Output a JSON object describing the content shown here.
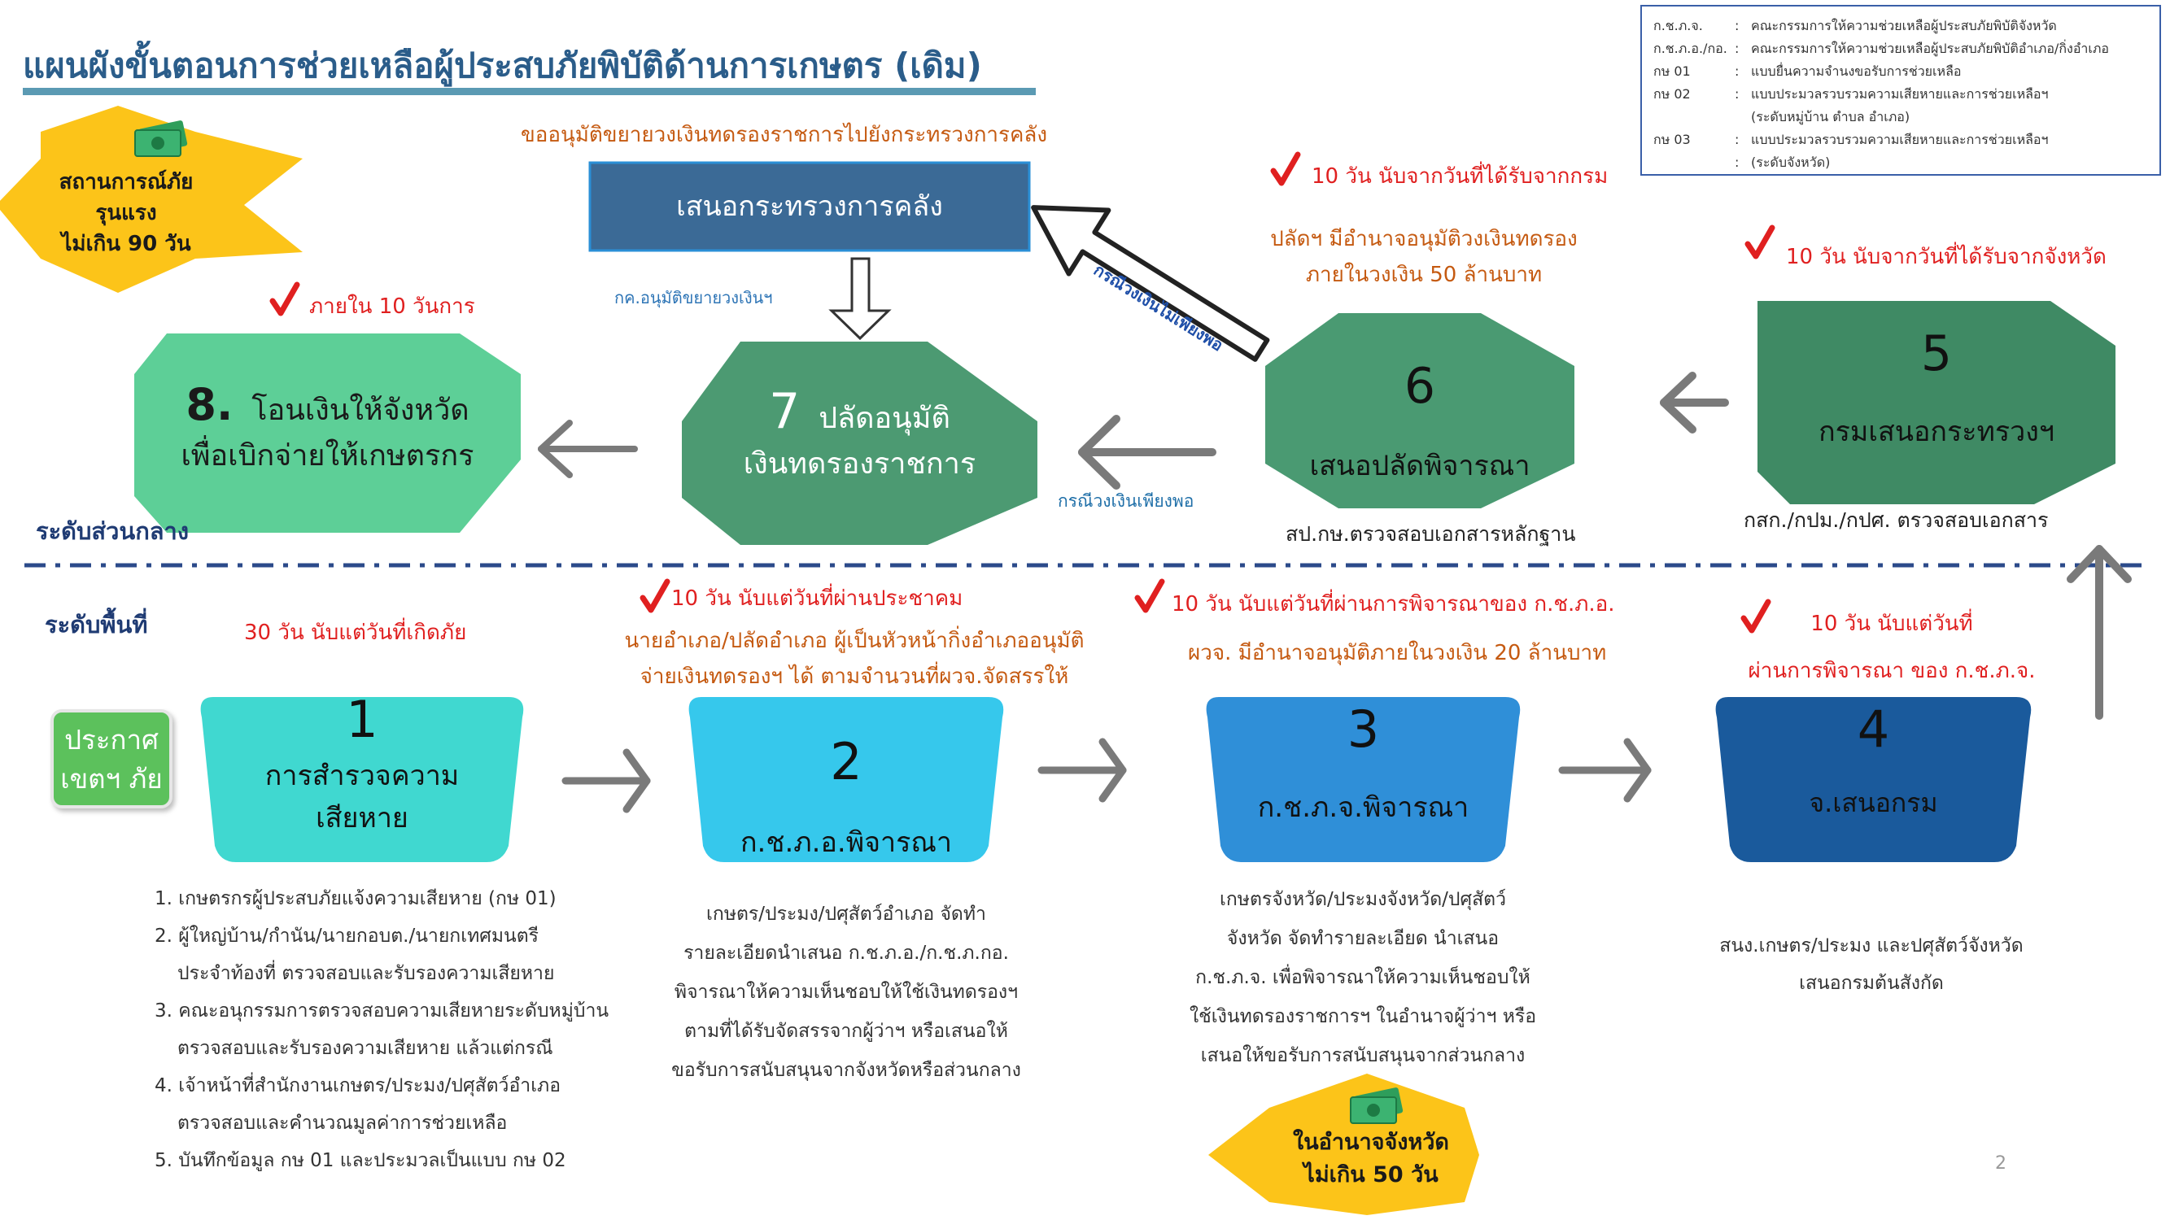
{
  "title": "แผนผังขั้นตอนการช่วยเหลือผู้ประสบภัยพิบัติด้านการเกษตร (เดิม)",
  "legend": [
    {
      "key": "ก.ช.ภ.จ.",
      "colon": ":",
      "value": "คณะกรรมการให้ความช่วยเหลือผู้ประสบภัยพิบัติจังหวัด"
    },
    {
      "key": "ก.ช.ภ.อ./กอ.",
      "colon": ":",
      "value": "คณะกรรมการให้ความช่วยเหลือผู้ประสบภัยพิบัติอำเภอ/กิ่งอำเภอ"
    },
    {
      "key": "กษ 01",
      "colon": ":",
      "value": "แบบยื่นความจำนงขอรับการช่วยเหลือ"
    },
    {
      "key": "กษ 02",
      "colon": ":",
      "value": "แบบประมวลรวบรวมความเสียหายและการช่วยเหลือฯ"
    },
    {
      "key": "",
      "colon": "",
      "value": "(ระดับหมู่บ้าน ตำบล อำเภอ)"
    },
    {
      "key": "กษ 03",
      "colon": ":",
      "value": "แบบประมวลรวบรวมความเสียหายและการช่วยเหลือฯ"
    },
    {
      "key": "",
      "colon": ":",
      "value": "(ระดับจังหวัด)"
    }
  ],
  "badge_top": {
    "line1": "สถานการณ์ภัยรุนแรง",
    "line2": "ไม่เกิน 90 วัน",
    "icon": "money-icon"
  },
  "badge_bottom": {
    "line1": "ในอำนาจจังหวัด",
    "line2": "ไม่เกิน 50 วัน",
    "icon": "money-icon"
  },
  "central": {
    "label": "ระดับส่วนกลาง",
    "request_extension": "ขออนุมัติขยายวงเงินทดรองราชการไปยังกระทรวงการคลัง",
    "mof_box": "เสนอกระทรวงการคลัง",
    "cabinet_note": "กค.อนุมัติขยายวงเงินฯ",
    "insufficient_label": "กรณีวงเงินไม่เพียงพอ",
    "sufficient_label": "กรณีวงเงินเพียงพอ",
    "within_10_days": "ภายใน 10 วันการ",
    "days_from_dept": "10 วัน นับจากวันที่ได้รับจากกรม",
    "permsec_authority_1": "ปลัดฯ มีอำนาจอนุมัติวงเงินทดรอง",
    "permsec_authority_2": "ภายในวงเงิน 50 ล้านบาท",
    "days_from_province": "10 วัน นับจากวันที่ได้รับจากจังหวัด",
    "step8_num": "8.",
    "step8_line1": "โอนเงินให้จังหวัด",
    "step8_line2": "เพื่อเบิกจ่ายให้เกษตรกร",
    "step7_num": "7",
    "step7_line1": "ปลัดอนุมัติ",
    "step7_line2": "เงินทดรองราชการ",
    "step6_num": "6",
    "step6_label": "เสนอปลัดพิจารณา",
    "step6_note": "สป.กษ.ตรวจสอบเอกสารหลักฐาน",
    "step5_num": "5",
    "step5_label": "กรมเสนอกระทรวงฯ",
    "step5_note": "กสก./กปม./กปศ. ตรวจสอบเอกสาร"
  },
  "local": {
    "label": "ระดับพื้นที่",
    "announce_line1": "ประกาศ",
    "announce_line2": "เขตฯ ภัย",
    "days_30": "30 วัน นับแต่วันที่เกิดภัย",
    "days_meeting": "10 วัน นับแต่วันที่ผ่านประชาคม",
    "district_note_1": "นายอำเภอ/ปลัดอำเภอ ผู้เป็นหัวหน้ากิ่งอำเภออนุมัติ",
    "district_note_2": "จ่ายเงินทดรองฯ ได้ ตามจำนวนที่ผวจ.จัดสรรให้",
    "days_after_district": "10 วัน นับแต่วันที่ผ่านการพิจารณาของ ก.ช.ภ.อ.",
    "governor_authority": "ผวจ. มีอำนาจอนุมัติภายในวงเงิน 20 ล้านบาท",
    "days_after_province_1": "10 วัน นับแต่วันที่",
    "days_after_province_2": "ผ่านการพิจารณา ของ ก.ช.ภ.จ.",
    "step1_num": "1",
    "step1_line1": "การสำรวจความ",
    "step1_line2": "เสียหาย",
    "step2_num": "2",
    "step2_label": "ก.ช.ภ.อ.พิจารณา",
    "step3_num": "3",
    "step3_label": "ก.ช.ภ.จ.พิจารณา",
    "step4_num": "4",
    "step4_label": "จ.เสนอกรม",
    "step1_notes": [
      "1. เกษตรกรผู้ประสบภัยแจ้งความเสียหาย (กษ 01)",
      "2. ผู้ใหญ่บ้าน/กำนัน/นายกอบต./นายกเทศมนตรี",
      "ประจำท้องที่ ตรวจสอบและรับรองความเสียหาย",
      "3. คณะอนุกรรมการตรวจสอบความเสียหายระดับหมู่บ้าน",
      "ตรวจสอบและรับรองความเสียหาย แล้วแต่กรณี",
      "4. เจ้าหน้าที่สำนักงานเกษตร/ประมง/ปศุสัตว์อำเภอ",
      "ตรวจสอบและคำนวณมูลค่าการช่วยเหลือ",
      "5. บันทึกข้อมูล กษ 01 และประมวลเป็นแบบ กษ 02"
    ],
    "step2_notes": [
      "เกษตร/ประมง/ปศุสัตว์อำเภอ จัดทำ",
      "รายละเอียดนำเสนอ ก.ช.ภ.อ./ก.ช.ภ.กอ.",
      "พิจารณาให้ความเห็นชอบให้ใช้เงินทดรองฯ",
      "ตามที่ได้รับจัดสรรจากผู้ว่าฯ หรือเสนอให้",
      "ขอรับการสนับสนุนจากจังหวัดหรือส่วนกลาง"
    ],
    "step3_notes": [
      "เกษตรจังหวัด/ประมงจังหวัด/ปศุสัตว์",
      "จังหวัด จัดทำรายละเอียด นำเสนอ",
      "ก.ช.ภ.จ. เพื่อพิจารณาให้ความเห็นชอบให้",
      "ใช้เงินทดรองราชการฯ ในอำนาจผู้ว่าฯ หรือ",
      "เสนอให้ขอรับการสนับสนุนจากส่วนกลาง"
    ],
    "step4_notes": [
      "สนง.เกษตร/ประมง และปศุสัตว์จังหวัด",
      "เสนอกรมต้นสังกัด"
    ]
  },
  "check_mark": "✓",
  "page_number": "2",
  "colors": {
    "title": "#2b5d8a",
    "step8": "#5dcf97",
    "step7": "#4c9a72",
    "step6": "#4a9a72",
    "step5": "#3f8a64",
    "step1": "#40d8d0",
    "step2": "#36c8ec",
    "step3": "#2f8fd8",
    "step4": "#1a5a9c",
    "mof": "#3b6a96",
    "badge": "#fcc419",
    "arrow": "#7a7a7a"
  }
}
